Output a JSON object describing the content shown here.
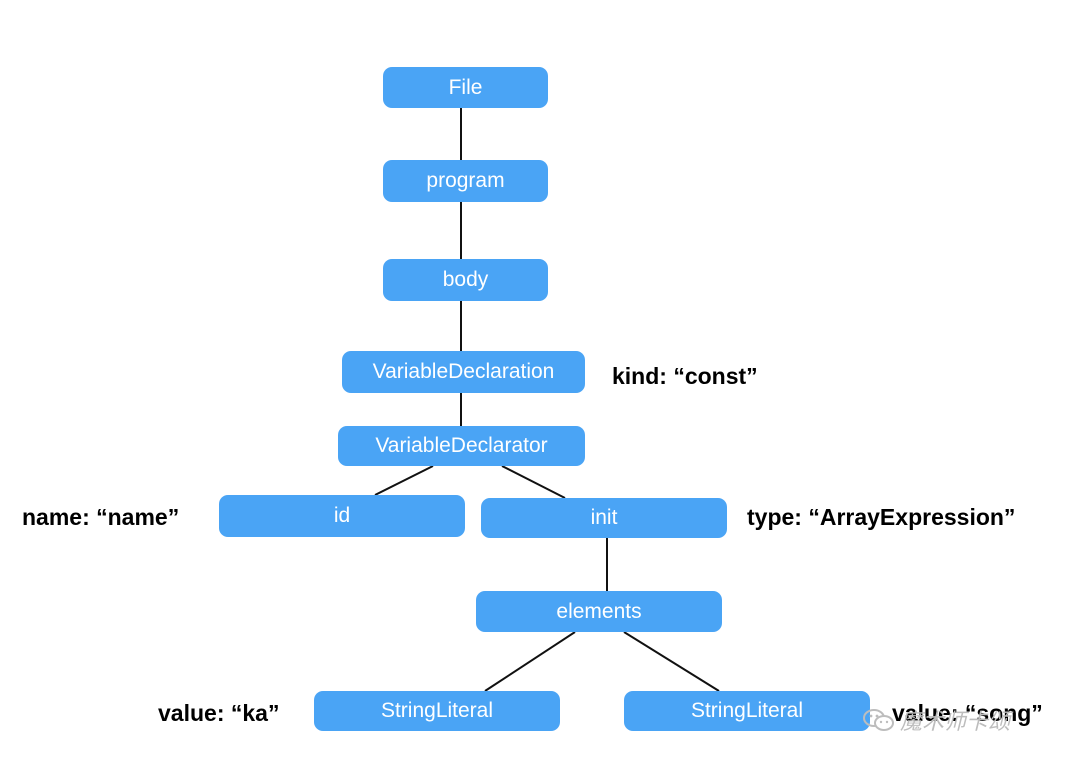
{
  "diagram": {
    "nodes": {
      "file": "File",
      "program": "program",
      "body": "body",
      "variable_declaration": "VariableDeclaration",
      "variable_declarator": "VariableDeclarator",
      "id": "id",
      "init": "init",
      "elements": "elements",
      "string_literal_1": "StringLiteral",
      "string_literal_2": "StringLiteral"
    },
    "labels": {
      "kind": "kind: “const”",
      "name": "name: “name”",
      "type": "type: “ArrayExpression”",
      "value_ka": "value: “ka”",
      "value_song": "value: “song”"
    },
    "colors": {
      "node_fill": "#4aa4f5",
      "node_text": "#ffffff",
      "edge": "#111111",
      "label_text": "#000000"
    }
  },
  "watermark": {
    "text": "魔术师卡颂",
    "icon": "wechat-icon"
  }
}
